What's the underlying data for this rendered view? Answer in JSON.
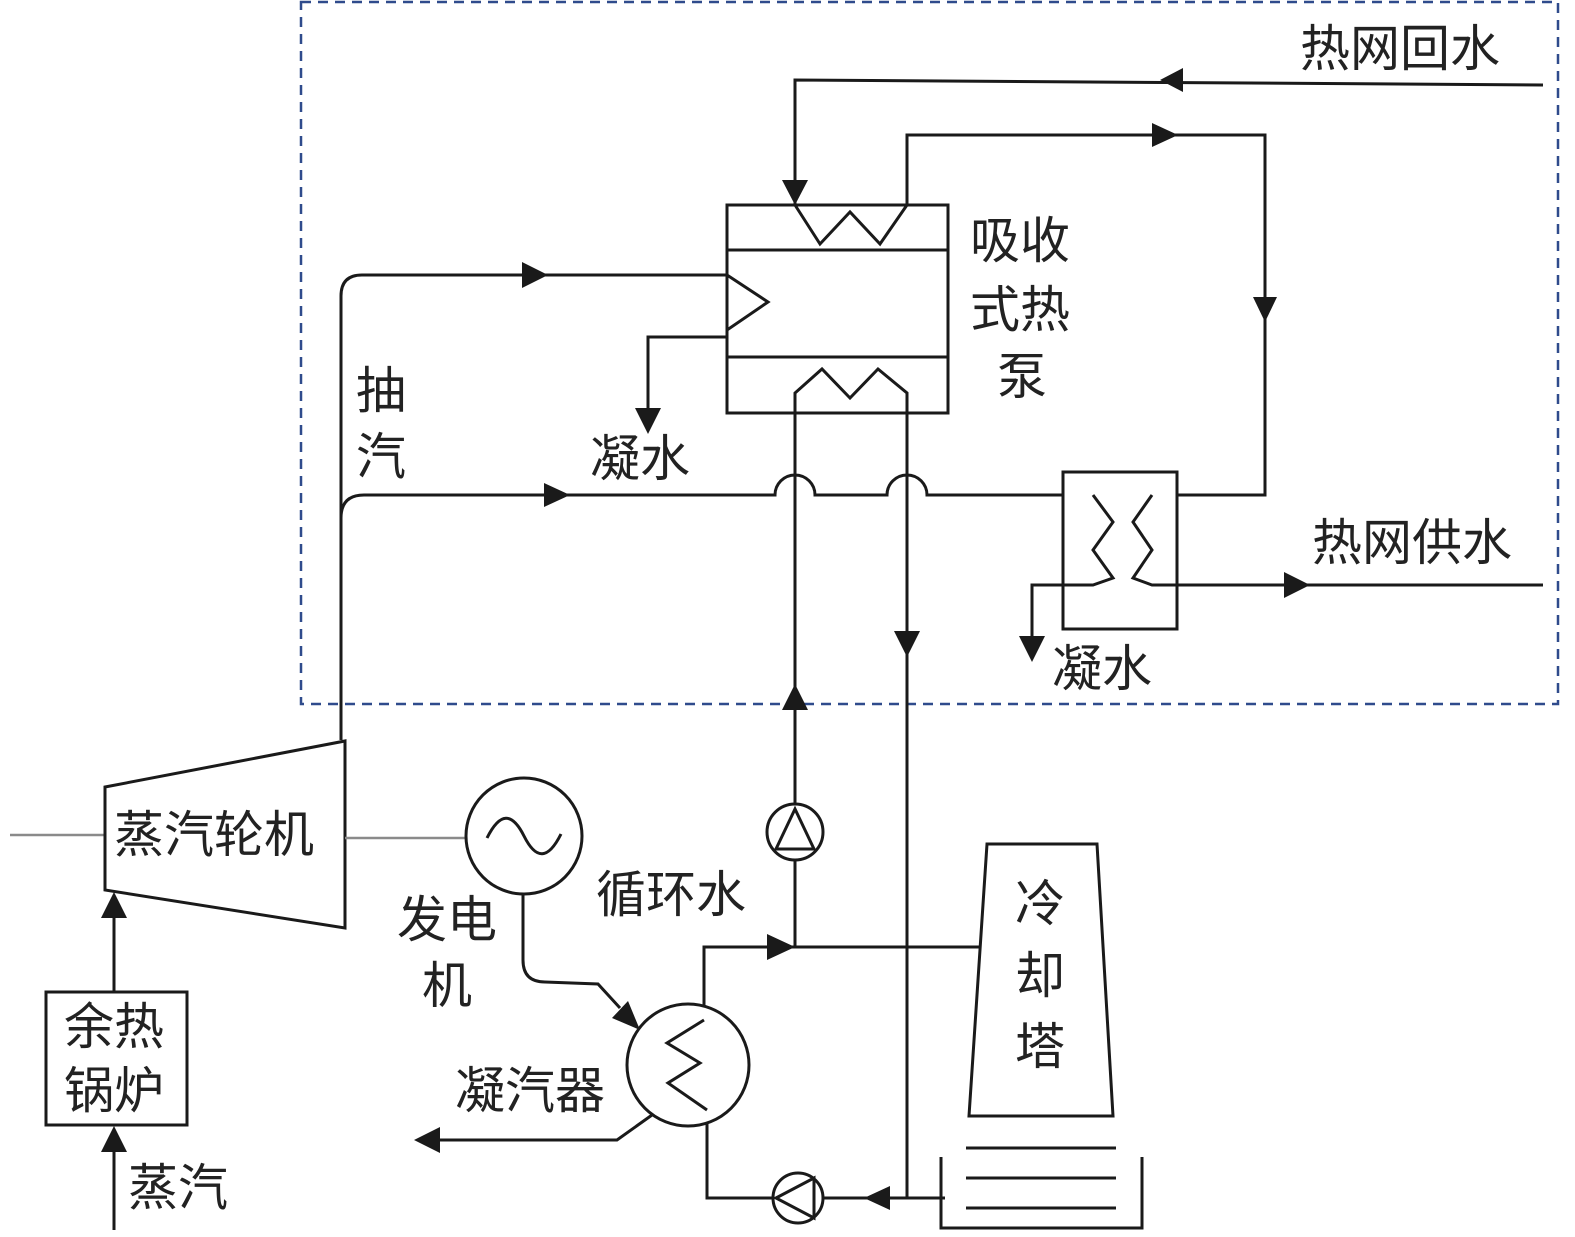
{
  "colors": {
    "line": "#1a1a1a",
    "shaft": "#8a8a8a",
    "boundary": "#2f4b8c",
    "text": "#222222"
  },
  "labels": {
    "return_water": "热网回水",
    "supply_water": "热网供水",
    "heat_pump": [
      "吸收",
      "式热",
      "泵"
    ],
    "extraction": [
      "抽",
      "汽"
    ],
    "condensate_pump": "凝水",
    "condensate_hx": "凝水",
    "turbine": "蒸汽轮机",
    "generator": [
      "发电",
      "机"
    ],
    "circulating_water": "循环水",
    "boiler": [
      "余热",
      "锅炉"
    ],
    "steam_in": "蒸汽",
    "condenser": "凝汽器",
    "cooling_tower": [
      "冷",
      "却",
      "塔"
    ]
  },
  "icons": {
    "generator": "ac-sine-icon",
    "pump_up": "pump-triangle-up-icon",
    "pump_left": "pump-triangle-left-icon",
    "heat_exchanger_coil": "zigzag-coil-icon"
  }
}
